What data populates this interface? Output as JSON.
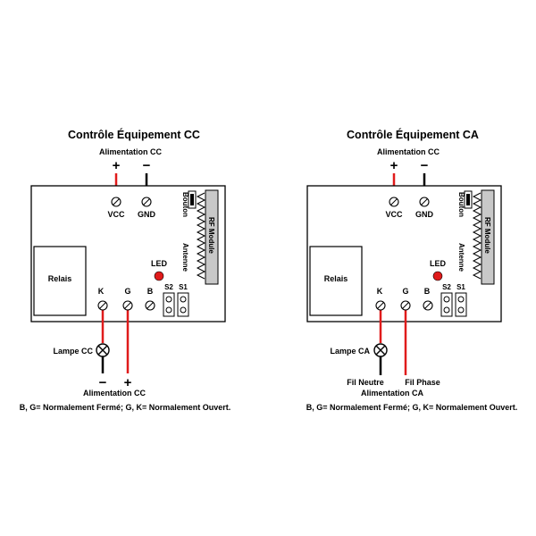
{
  "left": {
    "title": "Contrôle Équipement CC",
    "power_label": "Alimentation CC",
    "plus": "+",
    "minus": "−",
    "vcc": "VCC",
    "gnd": "GND",
    "bouton": "Bouton",
    "rf_module": "RF Module",
    "antenne": "Antenne",
    "led": "LED",
    "relais": "Relais",
    "k": "K",
    "g": "G",
    "b": "B",
    "s2": "S2",
    "s1": "S1",
    "lamp_label": "Lampe CC",
    "bottom_minus": "−",
    "bottom_plus": "+",
    "bottom_power_label": "Alimentation CC",
    "note": "B, G= Normalement Fermé; G, K= Normalement Ouvert."
  },
  "right": {
    "title": "Contrôle Équipement CA",
    "power_label": "Alimentation CC",
    "plus": "+",
    "minus": "−",
    "vcc": "VCC",
    "gnd": "GND",
    "bouton": "Bouton",
    "rf_module": "RF Module",
    "antenne": "Antenne",
    "led": "LED",
    "relais": "Relais",
    "k": "K",
    "g": "G",
    "b": "B",
    "s2": "S2",
    "s1": "S1",
    "lamp_label": "Lampe CA",
    "fil_neutre": "Fil Neutre",
    "fil_phase": "Fil Phase",
    "bottom_power_label": "Alimentation CA",
    "note": "B, G= Normalement Fermé; G, K= Normalement Ouvert."
  },
  "colors": {
    "wire_positive": "#e01b1b",
    "wire_negative": "#000000",
    "led": "#e01b1b",
    "rf_module": "#c8c8c8"
  }
}
